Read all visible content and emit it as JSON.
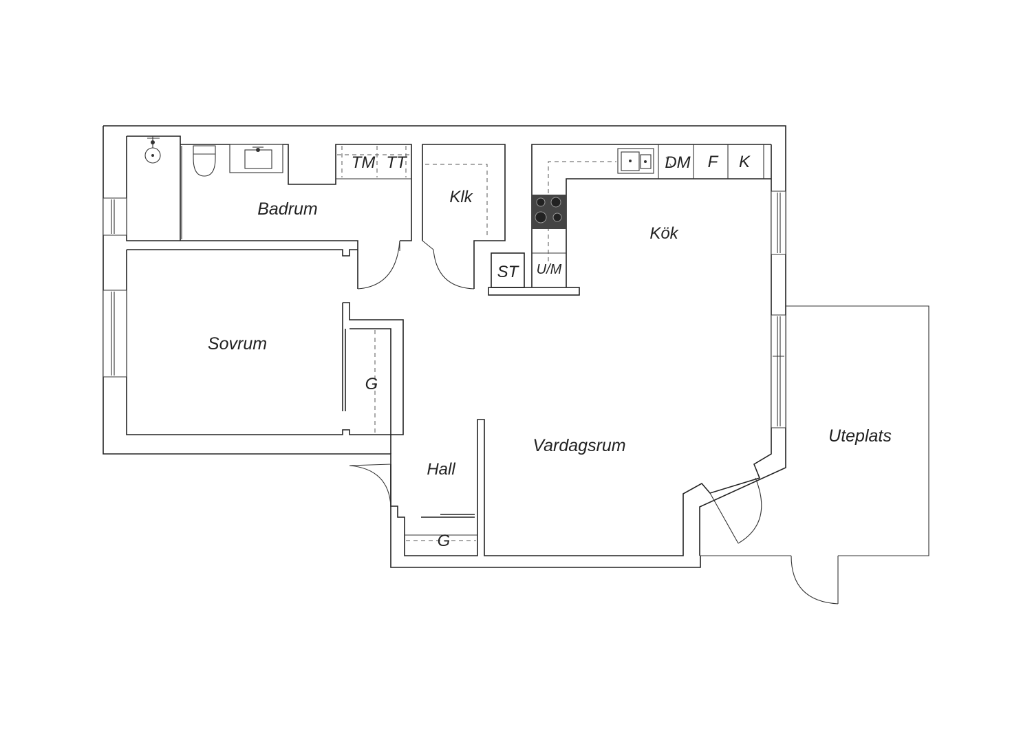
{
  "plan": {
    "rooms": {
      "badrum": "Badrum",
      "klk": "Klk",
      "kok": "Kök",
      "sovrum": "Sovrum",
      "vardagsrum": "Vardagsrum",
      "hall": "Hall",
      "uteplats": "Uteplats",
      "garderob_sovrum": "G",
      "garderob_hall": "G"
    },
    "appliances": {
      "tm": "TM",
      "tt": "TT",
      "dm": "DM",
      "f": "F",
      "k": "K",
      "st": "ST",
      "um": "U/M"
    },
    "colors": {
      "wall": "#222222",
      "background": "#ffffff",
      "stove": "#444444"
    }
  }
}
